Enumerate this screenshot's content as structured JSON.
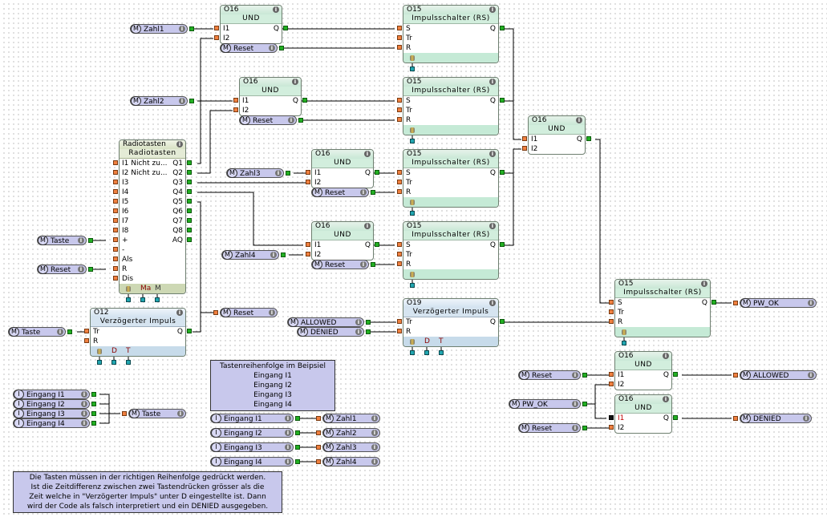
{
  "blocks": {
    "und1": {
      "id": "O16",
      "title": "UND",
      "inputs": [
        "I1",
        "I2"
      ],
      "output": "Q"
    },
    "und2": {
      "id": "O16",
      "title": "UND",
      "inputs": [
        "I1",
        "I2"
      ],
      "output": "Q"
    },
    "und3": {
      "id": "O16",
      "title": "UND",
      "inputs": [
        "I1",
        "I2"
      ],
      "output": "Q"
    },
    "und4": {
      "id": "O16",
      "title": "UND",
      "inputs": [
        "I1",
        "I2"
      ],
      "output": "Q"
    },
    "und5": {
      "id": "O16",
      "title": "UND",
      "inputs": [
        "I1",
        "I2"
      ],
      "output": "Q"
    },
    "und6": {
      "id": "O16",
      "title": "UND",
      "inputs": [
        "I1",
        "I2"
      ],
      "output": "Q"
    },
    "und7": {
      "id": "O16",
      "title": "UND",
      "inputs": [
        "I1",
        "I2"
      ],
      "output": "Q",
      "negated_input": "I1"
    },
    "rs1": {
      "id": "O15",
      "title": "Impulsschalter (RS)",
      "inputs": [
        "S",
        "Tr",
        "R"
      ],
      "output": "Q"
    },
    "rs2": {
      "id": "O15",
      "title": "Impulsschalter (RS)",
      "inputs": [
        "S",
        "Tr",
        "R"
      ],
      "output": "Q"
    },
    "rs3": {
      "id": "O15",
      "title": "Impulsschalter (RS)",
      "inputs": [
        "S",
        "Tr",
        "R"
      ],
      "output": "Q"
    },
    "rs4": {
      "id": "O15",
      "title": "Impulsschalter (RS)",
      "inputs": [
        "S",
        "Tr",
        "R"
      ],
      "output": "Q"
    },
    "rs5": {
      "id": "O15",
      "title": "Impulsschalter (RS)",
      "inputs": [
        "S",
        "Tr",
        "R"
      ],
      "output": "Q"
    },
    "radio": {
      "id": "Radiotasten",
      "title": "Radiotasten",
      "inputs": [
        "I1 Nicht zu...",
        "I2 Nicht zu...",
        "I3",
        "I4",
        "I5",
        "I6",
        "I7",
        "I8",
        "+",
        "-",
        "Als",
        "R",
        "Dis"
      ],
      "outputs": [
        "Q1",
        "Q2",
        "Q3",
        "Q4",
        "Q5",
        "Q6",
        "Q7",
        "Q8",
        "AQ"
      ],
      "params": [
        "Ma",
        "M"
      ]
    },
    "delay1": {
      "id": "O12",
      "title": "Verzögerter Impuls",
      "inputs": [
        "Tr",
        "R"
      ],
      "output": "Q",
      "params": [
        "D",
        "T"
      ]
    },
    "delay2": {
      "id": "O19",
      "title": "Verzögerter Impuls",
      "inputs": [
        "Tr",
        "R"
      ],
      "output": "Q",
      "params": [
        "D",
        "T"
      ]
    }
  },
  "flags": {
    "zahl1": "Zahl1",
    "zahl2": "Zahl2",
    "zahl3": "Zahl3",
    "zahl4": "Zahl4",
    "reset_und1": "Reset",
    "reset_und2": "Reset",
    "reset_und3": "Reset",
    "reset_und4": "Reset",
    "taste_plus": "Taste",
    "reset_radio": "Reset",
    "taste_delay": "Taste",
    "reset_out": "Reset",
    "allowed_in": "ALLOWED",
    "denied_in": "DENIED",
    "pw_ok_out": "PW_OK",
    "reset_a": "Reset",
    "pw_ok_in": "PW_OK",
    "reset_b": "Reset",
    "allowed_out": "ALLOWED",
    "denied_out": "DENIED",
    "taste_or": "Taste",
    "zahl1_out": "Zahl1",
    "zahl2_out": "Zahl2",
    "zahl3_out": "Zahl3",
    "zahl4_out": "Zahl4"
  },
  "flag_prefix": "M",
  "input_prefix": "I",
  "inputs_left": [
    "Eingang I1",
    "Eingang I2",
    "Eingang I3",
    "Eingang I4"
  ],
  "inputs_mid": [
    "Eingang I1",
    "Eingang I2",
    "Eingang I3",
    "Eingang I4"
  ],
  "note_sequence": {
    "title": "Tastenreihenfolge im Beipsiel",
    "lines": [
      "Eingang I1",
      "Eingang I2",
      "Eingang I3",
      "Eingang I4"
    ]
  },
  "note_description": [
    "Die Tasten müssen in der richtigen Reihenfolge gedrückt werden.",
    "Ist die Zeitdifferenz zwischen zwei Tastendrücken grösser als die",
    "Zeit welche in \"Verzögerter Impuls\" unter D eingestellte ist. Dann",
    "wird der Code als falsch interpretiert und ein DENIED ausgegeben."
  ],
  "info_glyph": "i"
}
